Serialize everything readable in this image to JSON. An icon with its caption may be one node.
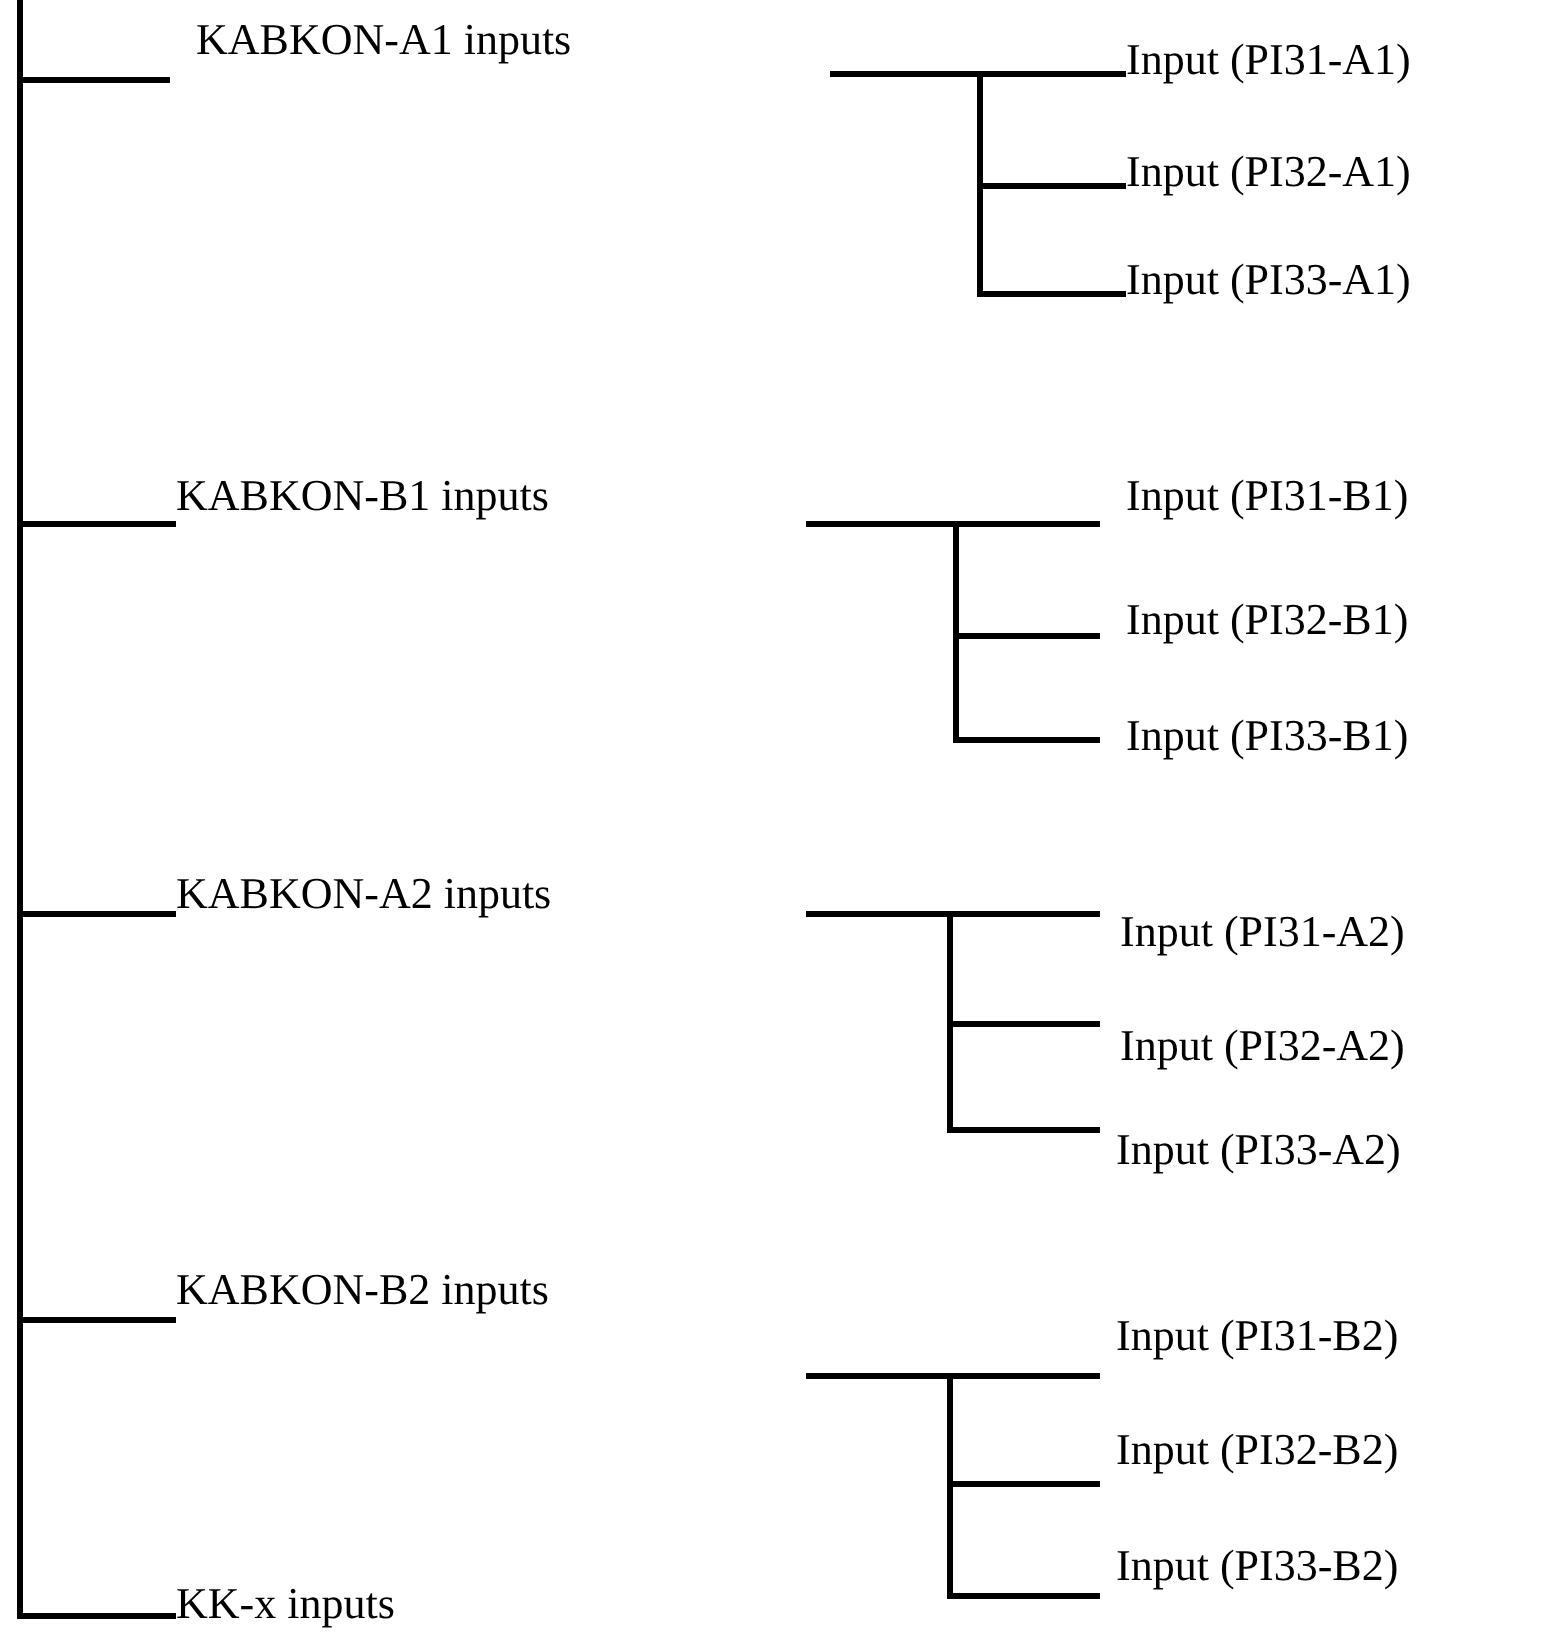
{
  "diagram": {
    "nodes": [
      {
        "text": [
          "KABKON-A1 inputs"
        ]
      },
      {
        "text": [
          "Input (PI31-A1)"
        ]
      },
      {
        "text": [
          "Input (PI32-A1)"
        ]
      },
      {
        "text": [
          "Input (PI33-A1)"
        ]
      },
      {
        "text": [
          "KABKON-B1 inputs"
        ]
      },
      {
        "text": [
          "Input (PI31-B1)"
        ]
      },
      {
        "text": [
          "Input (PI32-B1)"
        ]
      },
      {
        "text": [
          "Input (PI33-B1)"
        ]
      },
      {
        "text": [
          "KABKON-A2 inputs"
        ]
      },
      {
        "text": [
          "Input (PI31-A2)"
        ]
      },
      {
        "text": [
          "Input (PI32-A2)"
        ]
      },
      {
        "text": [
          "Input (PI33-A2)"
        ]
      },
      {
        "text": [
          "KABKON-B2 inputs"
        ]
      },
      {
        "text": [
          "Input (PI31-B2)"
        ]
      },
      {
        "text": [
          "Input (PI32-B2)"
        ]
      },
      {
        "text": [
          "Input (PI33-B2)"
        ]
      },
      {
        "text": [
          "KK-x inputs"
        ]
      }
    ],
    "edges": [
      {
        "from": null,
        "to": 0,
        "arrow": "none"
      },
      {
        "from": null,
        "to": 4,
        "arrow": "none"
      },
      {
        "from": null,
        "to": 8,
        "arrow": "none"
      },
      {
        "from": null,
        "to": 12,
        "arrow": "none"
      },
      {
        "from": null,
        "to": 16,
        "arrow": "none"
      },
      {
        "from": null,
        "to": 1,
        "arrow": "none"
      },
      {
        "from": null,
        "to": 2,
        "arrow": "none"
      },
      {
        "from": null,
        "to": 3,
        "arrow": "none"
      },
      {
        "from": null,
        "to": 5,
        "arrow": "none"
      },
      {
        "from": null,
        "to": 6,
        "arrow": "none"
      },
      {
        "from": null,
        "to": 7,
        "arrow": "none"
      },
      {
        "from": null,
        "to": 9,
        "arrow": "none"
      },
      {
        "from": null,
        "to": 10,
        "arrow": "none"
      },
      {
        "from": null,
        "to": 11,
        "arrow": "none"
      },
      {
        "from": null,
        "to": 13,
        "arrow": "none"
      },
      {
        "from": null,
        "to": 14,
        "arrow": "none"
      },
      {
        "from": null,
        "to": 15,
        "arrow": "none"
      }
    ]
  }
}
